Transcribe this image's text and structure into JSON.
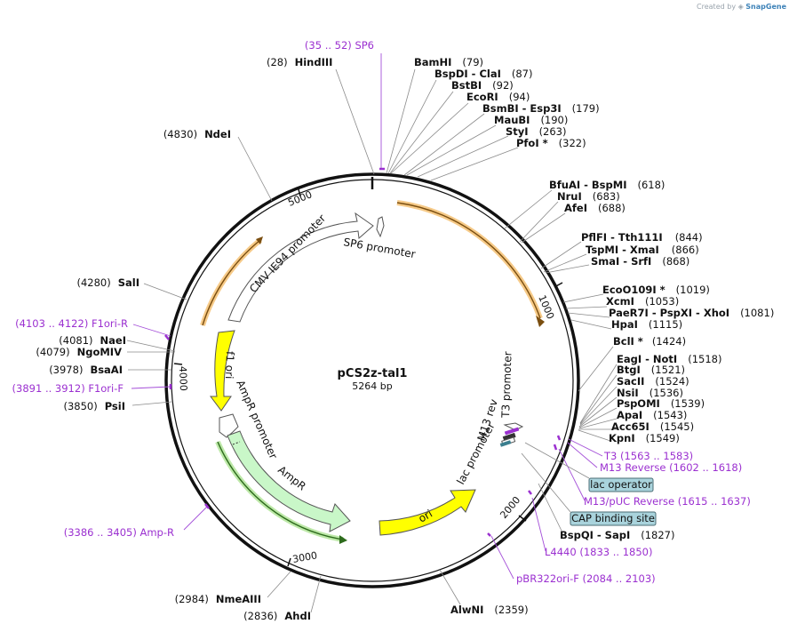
{
  "credit": {
    "prefix": "Created by",
    "brand": "SnapGene"
  },
  "plasmid": {
    "name": "pCS2z-tal1",
    "length_label": "5264 bp",
    "length": 5264
  },
  "ticks": [
    "1000",
    "2000",
    "3000",
    "4000",
    "5000"
  ],
  "features": [
    {
      "id": "cmv",
      "label": "CMV IE94 promoter"
    },
    {
      "id": "sp6p",
      "label": "SP6 promoter"
    },
    {
      "id": "f1",
      "label": "f1 ori"
    },
    {
      "id": "amppromo",
      "label": "AmpR promoter"
    },
    {
      "id": "ampr",
      "label": "AmpR"
    },
    {
      "id": "ori",
      "label": "ori"
    },
    {
      "id": "lacp",
      "label": "lac promoter"
    },
    {
      "id": "m13rev",
      "label": "M13 rev"
    },
    {
      "id": "t3p",
      "label": "T3 promoter"
    }
  ],
  "sites": [
    {
      "text": "HindIII",
      "pos": "(28)"
    },
    {
      "text": "BamHI",
      "pos": "(79)"
    },
    {
      "text": "BspDI  - ClaI",
      "pos": "(87)"
    },
    {
      "text": "BstBI",
      "pos": "(92)"
    },
    {
      "text": "EcoRI",
      "pos": "(94)"
    },
    {
      "text": "BsmBI  - Esp3I",
      "pos": "(179)"
    },
    {
      "text": "MauBI",
      "pos": "(190)"
    },
    {
      "text": "StyI",
      "pos": "(263)"
    },
    {
      "text": "PfoI *",
      "pos": "(322)"
    },
    {
      "text": "BfuAI  - BspMI",
      "pos": "(618)"
    },
    {
      "text": "NruI",
      "pos": "(683)"
    },
    {
      "text": "AfeI",
      "pos": "(688)"
    },
    {
      "text": "PflFI  - Tth111I",
      "pos": "(844)"
    },
    {
      "text": "TspMI  - XmaI",
      "pos": "(866)"
    },
    {
      "text": "SmaI  - SrfI",
      "pos": "(868)"
    },
    {
      "text": "EcoO109I *",
      "pos": "(1019)"
    },
    {
      "text": "XcmI",
      "pos": "(1053)"
    },
    {
      "text": "PaeR7I  - PspXI  - XhoI",
      "pos": "(1081)"
    },
    {
      "text": "HpaI",
      "pos": "(1115)"
    },
    {
      "text": "BclI *",
      "pos": "(1424)"
    },
    {
      "text": "EagI  - NotI",
      "pos": "(1518)"
    },
    {
      "text": "BtgI",
      "pos": "(1521)"
    },
    {
      "text": "SacII",
      "pos": "(1524)"
    },
    {
      "text": "NsiI",
      "pos": "(1536)"
    },
    {
      "text": "PspOMI",
      "pos": "(1539)"
    },
    {
      "text": "ApaI",
      "pos": "(1543)"
    },
    {
      "text": "Acc65I",
      "pos": "(1545)"
    },
    {
      "text": "KpnI",
      "pos": "(1549)"
    },
    {
      "text": "BspQI  - SapI",
      "pos": "(1827)"
    },
    {
      "text": "AlwNI",
      "pos": "(2359)"
    },
    {
      "text": "AhdI",
      "pos": "(2836)"
    },
    {
      "text": "NmeAIII",
      "pos": "(2984)"
    },
    {
      "text": "PsiI",
      "pos": "(3850)"
    },
    {
      "text": "BsaAI",
      "pos": "(3978)"
    },
    {
      "text": "NgoMIV",
      "pos": "(4079)"
    },
    {
      "text": "NaeI",
      "pos": "(4081)"
    },
    {
      "text": "SalI",
      "pos": "(4280)"
    },
    {
      "text": "NdeI",
      "pos": "(4830)"
    }
  ],
  "primers": [
    {
      "text": "(35 .. 52)  SP6"
    },
    {
      "text": "T3    (1563 .. 1583)"
    },
    {
      "text": "M13 Reverse    (1602 .. 1618)"
    },
    {
      "text": "M13/pUC Reverse    (1615 .. 1637)"
    },
    {
      "text": "L4440    (1833 .. 1850)"
    },
    {
      "text": "pBR322ori-F    (2084 .. 2103)"
    },
    {
      "text": "(3386 .. 3405)  Amp-R"
    },
    {
      "text": "(3891 .. 3912)  F1ori-F"
    },
    {
      "text": "(4103 .. 4122)  F1ori-R"
    }
  ],
  "boxed_labels": [
    "lac operator",
    "CAP binding site"
  ],
  "colors": {
    "backbone": "#111111",
    "orange_feature": "#f0a638",
    "yellow_feature": "#ffff00",
    "green_feature": "#c9f7c8",
    "primer": "#9b30d0",
    "box": "#a9d3dc"
  }
}
